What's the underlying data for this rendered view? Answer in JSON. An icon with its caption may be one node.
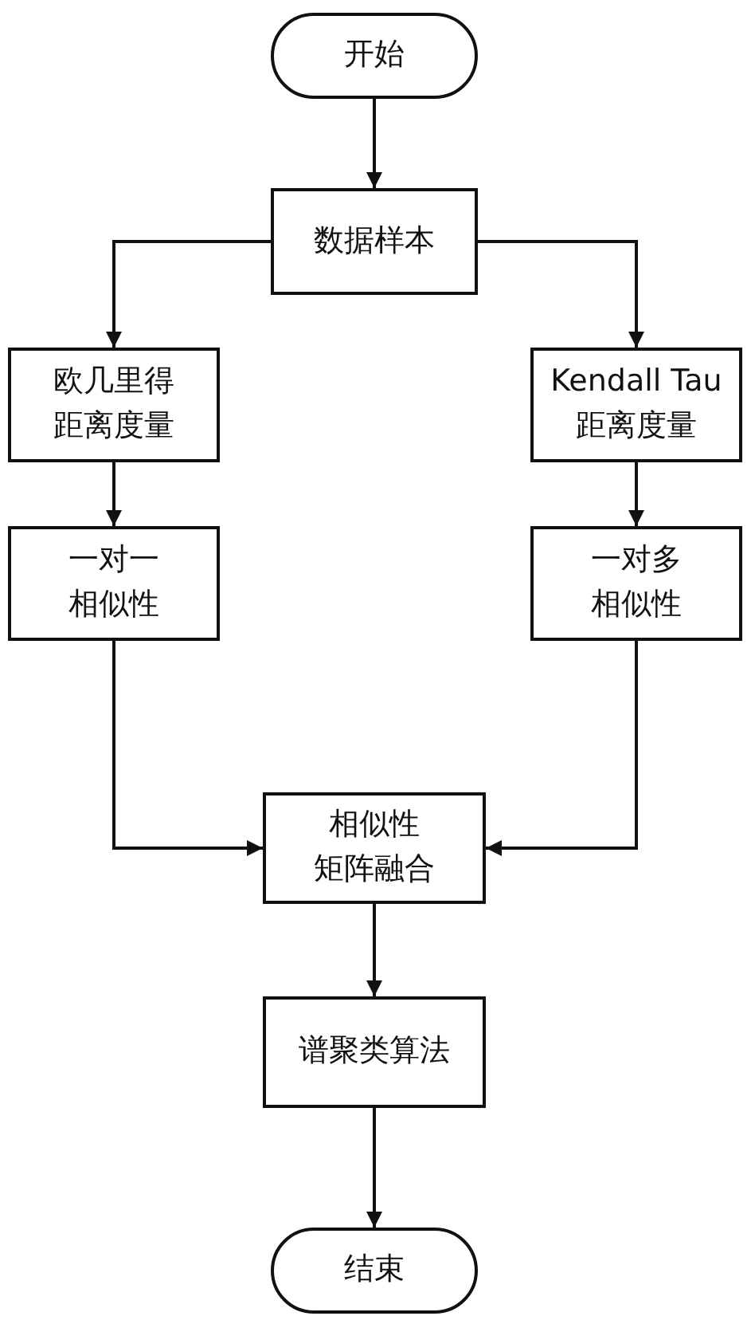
{
  "diagram": {
    "nodes": [
      {
        "text": [
          "开始"
        ]
      },
      {
        "text": [
          "数据样本"
        ]
      },
      {
        "text": [
          "欧几里得距离度量"
        ]
      },
      {
        "text": [
          "Kendall Tau距离度量"
        ]
      },
      {
        "text": [
          "一对一相似性"
        ]
      },
      {
        "text": [
          "一对多相似性"
        ]
      },
      {
        "text": [
          "相似性矩阵融合"
        ]
      },
      {
        "text": [
          "谱聚类算法"
        ]
      },
      {
        "text": [
          "结束"
        ]
      }
    ],
    "edges": [
      {
        "from": 0,
        "to": 1,
        "arrow": "to"
      },
      {
        "from": 1,
        "to": 2,
        "arrow": "to"
      },
      {
        "from": 1,
        "to": 3,
        "arrow": "to"
      },
      {
        "from": 2,
        "to": 4,
        "arrow": "to"
      },
      {
        "from": 3,
        "to": 5,
        "arrow": "to"
      },
      {
        "from": 4,
        "to": 6,
        "arrow": "to"
      },
      {
        "from": 5,
        "to": 6,
        "arrow": "to"
      },
      {
        "from": 6,
        "to": 7,
        "arrow": "to"
      },
      {
        "from": 7,
        "to": 8,
        "arrow": "to"
      }
    ]
  }
}
